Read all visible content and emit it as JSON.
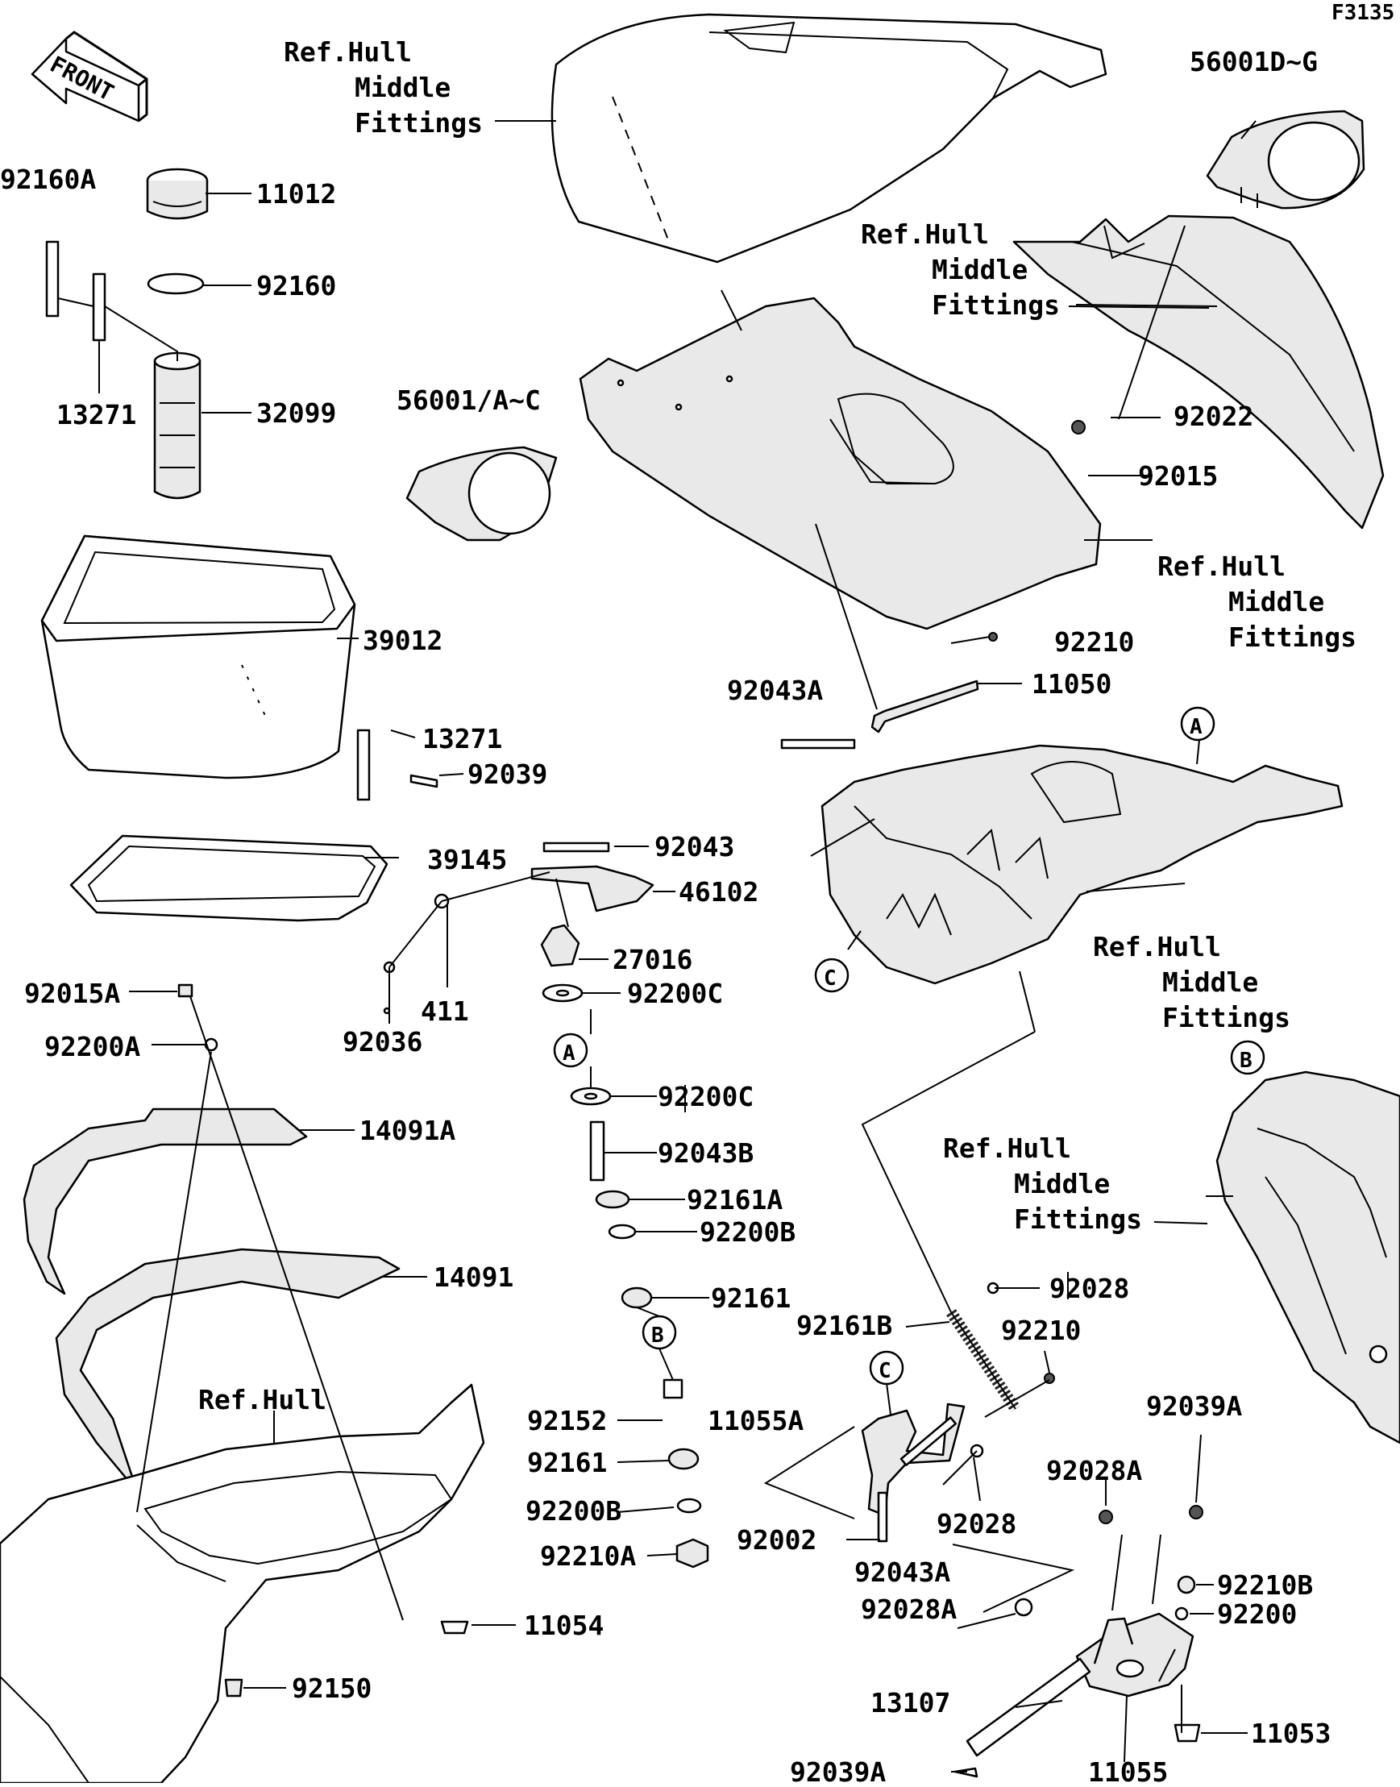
{
  "code": "F3135",
  "front_badge": "FRONT",
  "ref_hull_middle_fittings": [
    "Ref.Hull",
    "Middle",
    "Fittings"
  ],
  "ref_hull": "Ref.Hull",
  "markers": {
    "a": "A",
    "b": "B",
    "c": "C"
  },
  "parts": {
    "p56001DG": "56001D~G",
    "p92160A": "92160A",
    "p11012": "11012",
    "p92160": "92160",
    "p13271a": "13271",
    "p32099": "32099",
    "p56001AC": "56001/A~C",
    "p92022": "92022",
    "p92015": "92015",
    "p39012": "39012",
    "p92210a": "92210",
    "p92043A": "92043A",
    "p11050": "11050",
    "p13271b": "13271",
    "p92039": "92039",
    "p39145": "39145",
    "p92043": "92043",
    "p46102": "46102",
    "p27016": "27016",
    "p92200Ca": "92200C",
    "p92015A": "92015A",
    "p411": "411",
    "p92036": "92036",
    "p92200A": "92200A",
    "p92200Cb": "92200C",
    "p14091A": "14091A",
    "p92043B": "92043B",
    "p92161A": "92161A",
    "p92200Ba": "92200B",
    "p14091": "14091",
    "p92161a": "92161",
    "p92028a": "92028",
    "p92161B": "92161B",
    "p92210b": "92210",
    "p92152": "92152",
    "p11055A": "11055A",
    "p92039Aa": "92039A",
    "p92161b": "92161",
    "p92028A1": "92028A",
    "p92200Bb": "92200B",
    "p92028b": "92028",
    "p92002": "92002",
    "p92210A": "92210A",
    "p92043Ab": "92043A",
    "p92210B": "92210B",
    "p92028A2": "92028A",
    "p92200": "92200",
    "p11054": "11054",
    "p13107": "13107",
    "p92150": "92150",
    "p11053": "11053",
    "p92039Ab": "92039A",
    "p11055": "11055"
  }
}
